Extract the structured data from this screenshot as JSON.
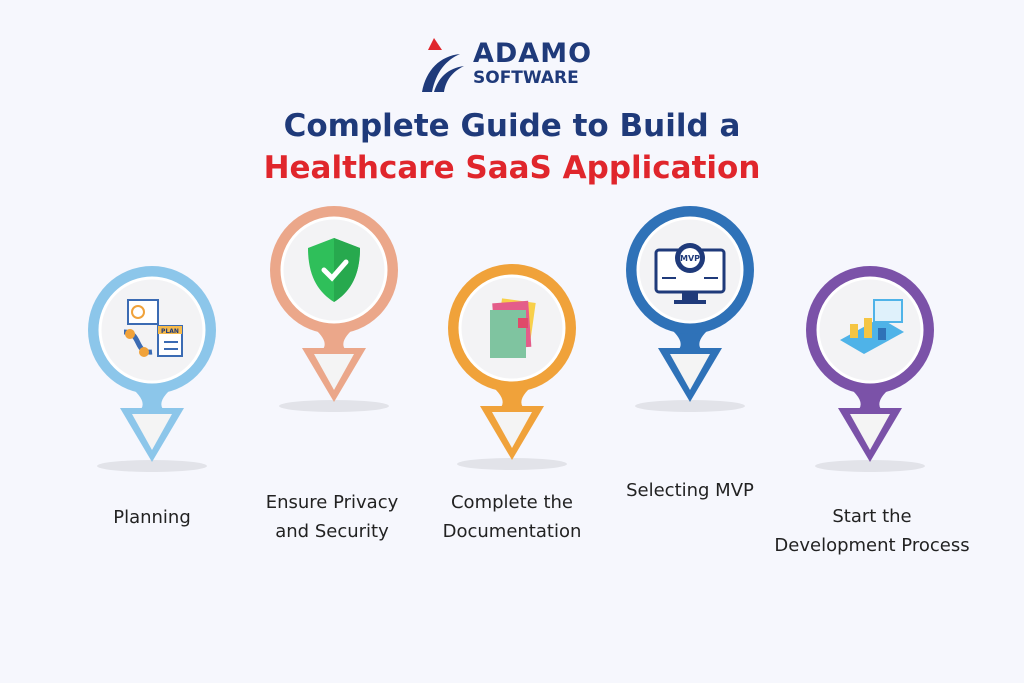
{
  "logo": {
    "line1": "ADAMO",
    "line2": "SOFTWARE"
  },
  "title": {
    "line1": "Complete Guide to Build a",
    "line2": "Healthcare SaaS Application"
  },
  "steps": [
    {
      "label1": "Planning",
      "label2": "",
      "color": "#8cc6ea",
      "icon": "plan-icon",
      "icon_text": "PLAN"
    },
    {
      "label1": "Ensure Privacy",
      "label2": "and Security",
      "color": "#eba78a",
      "icon": "shield-check-icon"
    },
    {
      "label1": "Complete the",
      "label2": "Documentation",
      "color": "#f0a23a",
      "icon": "documents-icon"
    },
    {
      "label1": "Selecting MVP",
      "label2": "",
      "color": "#2f72b8",
      "icon": "mvp-monitor-icon",
      "icon_text": "MVP"
    },
    {
      "label1": "Start the",
      "label2": "Development Process",
      "color": "#7b52a8",
      "icon": "development-icon"
    }
  ]
}
